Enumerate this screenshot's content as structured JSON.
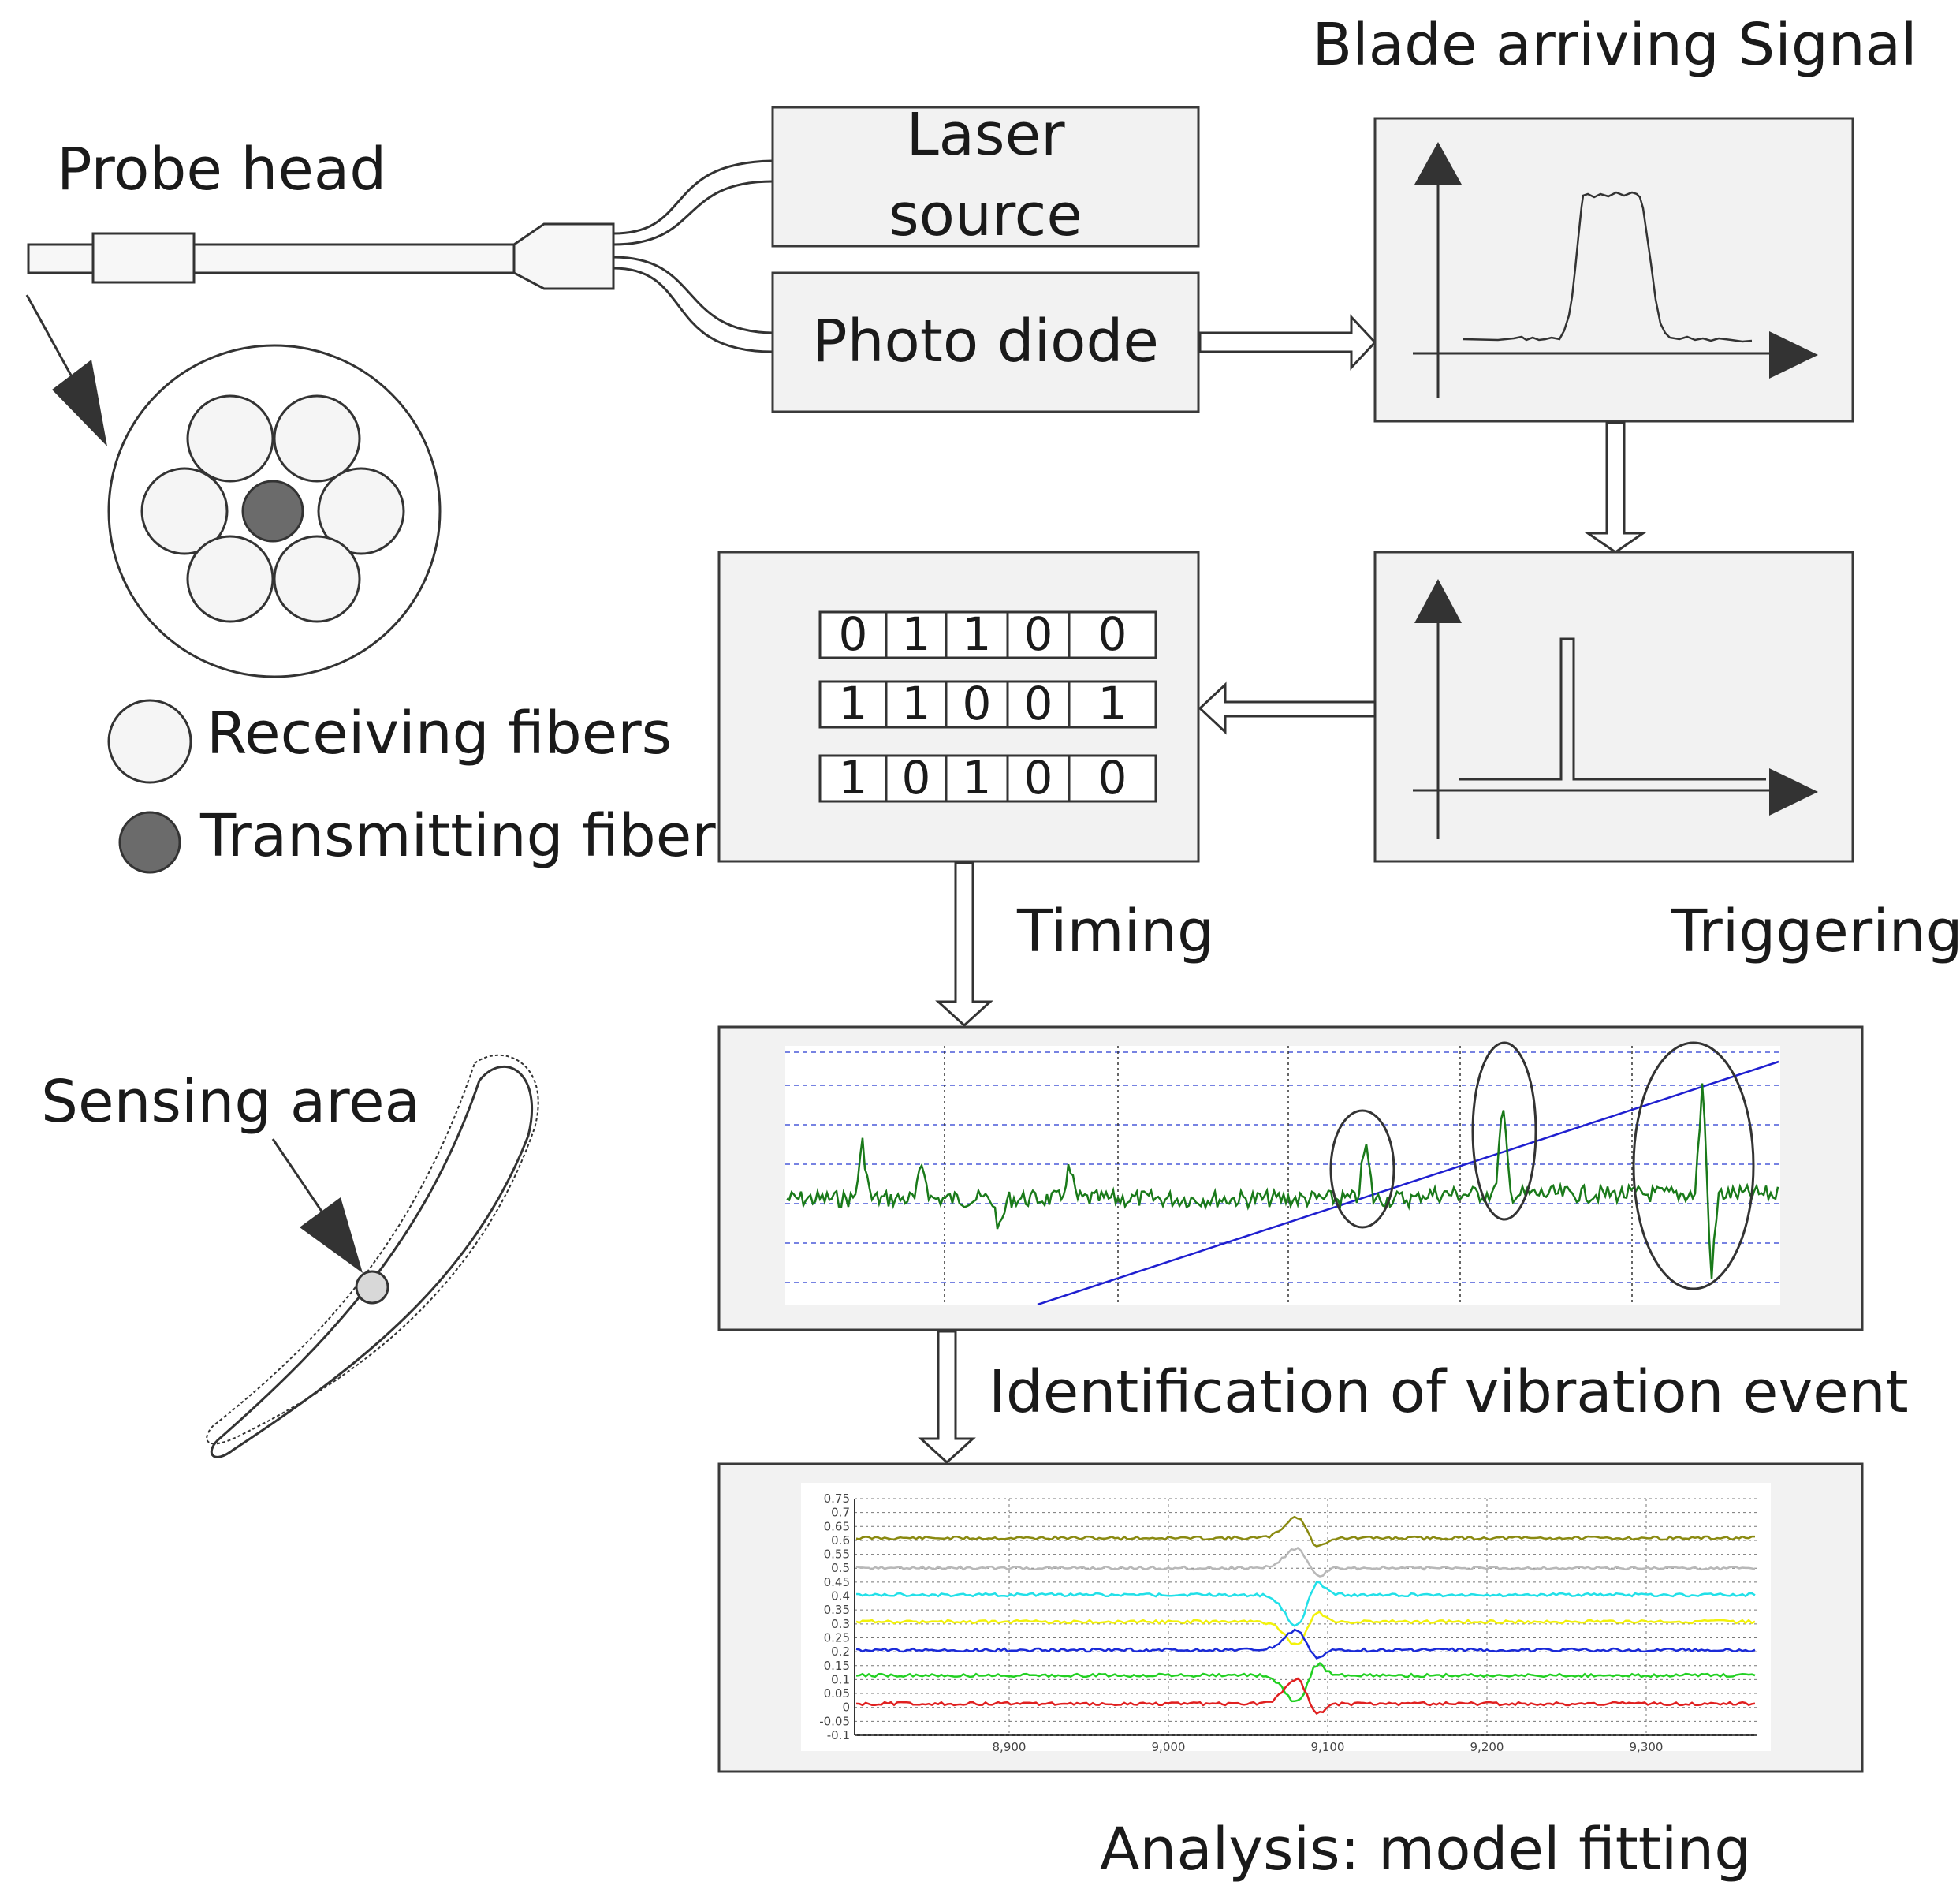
{
  "labels": {
    "probe_head": "Probe head",
    "blade_signal": "Blade arriving Signal",
    "laser_source_line1": "Laser",
    "laser_source_line2": "source",
    "photo_diode": "Photo diode",
    "receiving_fibers": "Receiving fibers",
    "transmitting_fiber": "Transmitting fiber",
    "timing": "Timing",
    "triggering": "Triggering",
    "sensing_area": "Sensing area",
    "identification": "Identification of vibration event",
    "analysis": "Analysis:  model fitting"
  },
  "bit_rows": [
    [
      "0",
      "1",
      "1",
      "0",
      "0"
    ],
    [
      "1",
      "1",
      "0",
      "0",
      "1"
    ],
    [
      "1",
      "0",
      "1",
      "0",
      "0"
    ]
  ],
  "fit_plot": {
    "y_ticks": [
      "0.75",
      "0.7",
      "0.65",
      "0.6",
      "0.55",
      "0.5",
      "0.45",
      "0.4",
      "0.35",
      "0.3",
      "0.25",
      "0.2",
      "0.15",
      "0.1",
      "0.05",
      "0",
      "-0.05",
      "-0.1"
    ],
    "x_ticks": [
      "8,900",
      "9,000",
      "9,100",
      "9,200",
      "9,300"
    ]
  },
  "colors": {
    "signal_green": "#1a7a1a",
    "trend_blue": "#1f1fd0",
    "grid_blue": "#4a5ad8",
    "trace_olive": "#8a8a10",
    "trace_gray": "#b8b8b8",
    "trace_cyan": "#22e0e8",
    "trace_yellow": "#f2f20a",
    "trace_blue": "#1a2ad8",
    "trace_green": "#22d022",
    "trace_red": "#e02020"
  }
}
